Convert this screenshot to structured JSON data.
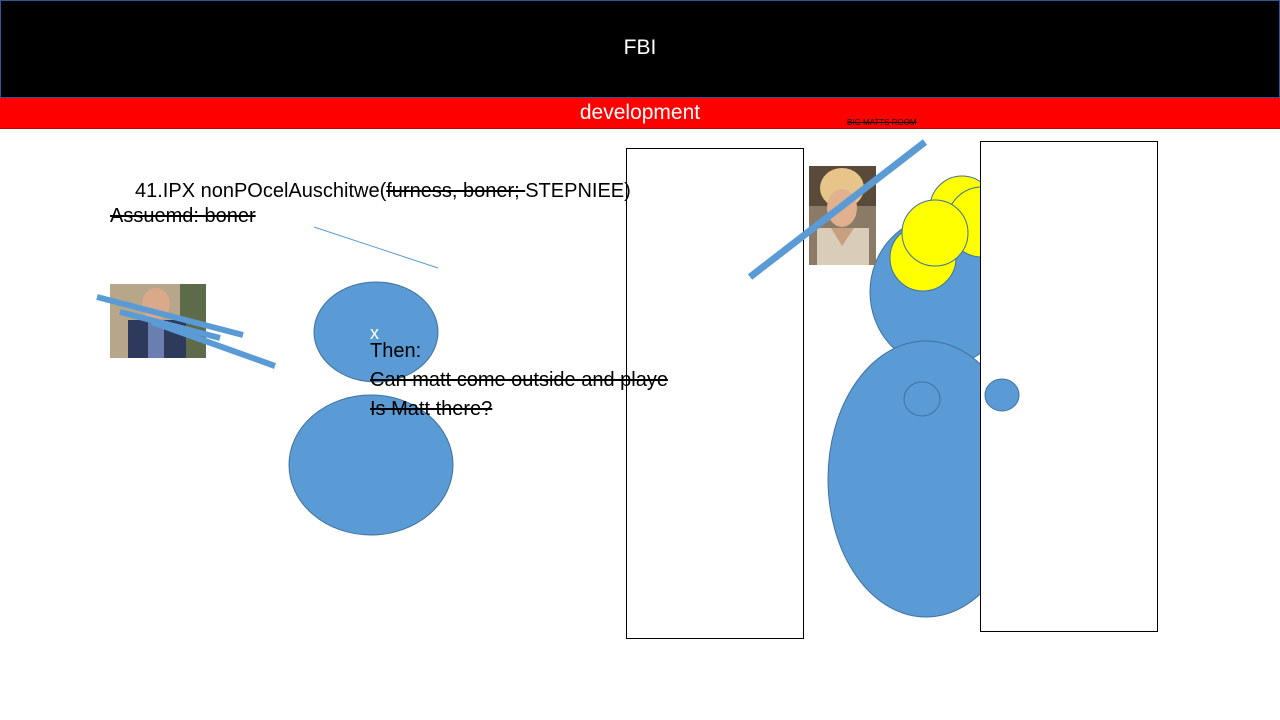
{
  "header": {
    "title": "FBI"
  },
  "subbar": {
    "label": "development"
  },
  "room_label": "BIG MATTS ROOM",
  "formula": {
    "prefix": "41.IPX nonPOcelAuschitwe(",
    "struck": "furness, boner; ",
    "suffix": "STEPNIEE)"
  },
  "assumed": "Assuemd: boner",
  "mark": "x",
  "then": {
    "heading": "Then:",
    "line1": "Can matt come outside and playe",
    "line2": "Is Matt there?"
  },
  "colors": {
    "header_bg": "#000000",
    "subbar_bg": "#ff0000",
    "shape_blue": "#5b9bd5",
    "shape_yellow": "#ffff00"
  },
  "icons": [
    "photo-man-icon",
    "photo-woman-icon"
  ]
}
